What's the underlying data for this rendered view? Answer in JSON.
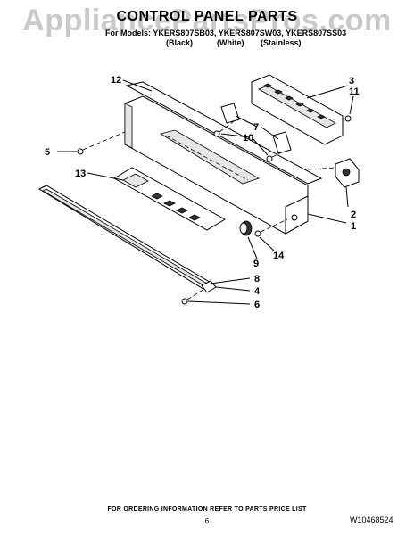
{
  "header": {
    "watermark": "AppliancePartsPros.com",
    "title": "CONTROL PANEL PARTS",
    "models_label": "For Models: YKERS807SB03, YKERS807SW03, YKERS807SS03",
    "variants": [
      "(Black)",
      "(White)",
      "(Stainless)"
    ]
  },
  "callouts": [
    "12",
    "3",
    "11",
    "7",
    "5",
    "10",
    "13",
    "2",
    "1",
    "14",
    "9",
    "8",
    "4",
    "6"
  ],
  "footer": {
    "ordering_note": "FOR ORDERING INFORMATION REFER TO PARTS PRICE LIST",
    "page_number": "6",
    "document_number": "W10468524"
  }
}
